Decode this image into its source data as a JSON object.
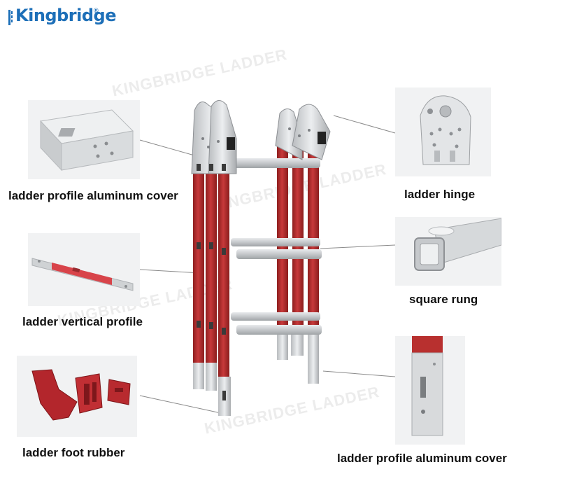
{
  "brand": {
    "name": "Kingbridge",
    "registered_mark": "®",
    "color": "#1d6fb8"
  },
  "watermark": "KINGBRIDGE LADDER",
  "accent_red": "#b8302f",
  "parts": [
    {
      "id": "cover-top",
      "label": "ladder profile aluminum cover"
    },
    {
      "id": "vertical-profile",
      "label": "ladder vertical profile"
    },
    {
      "id": "foot-rubber",
      "label": "ladder foot rubber"
    },
    {
      "id": "hinge",
      "label": "ladder hinge"
    },
    {
      "id": "rung",
      "label": "square rung"
    },
    {
      "id": "cover-bottom",
      "label": "ladder profile aluminum cover"
    }
  ]
}
